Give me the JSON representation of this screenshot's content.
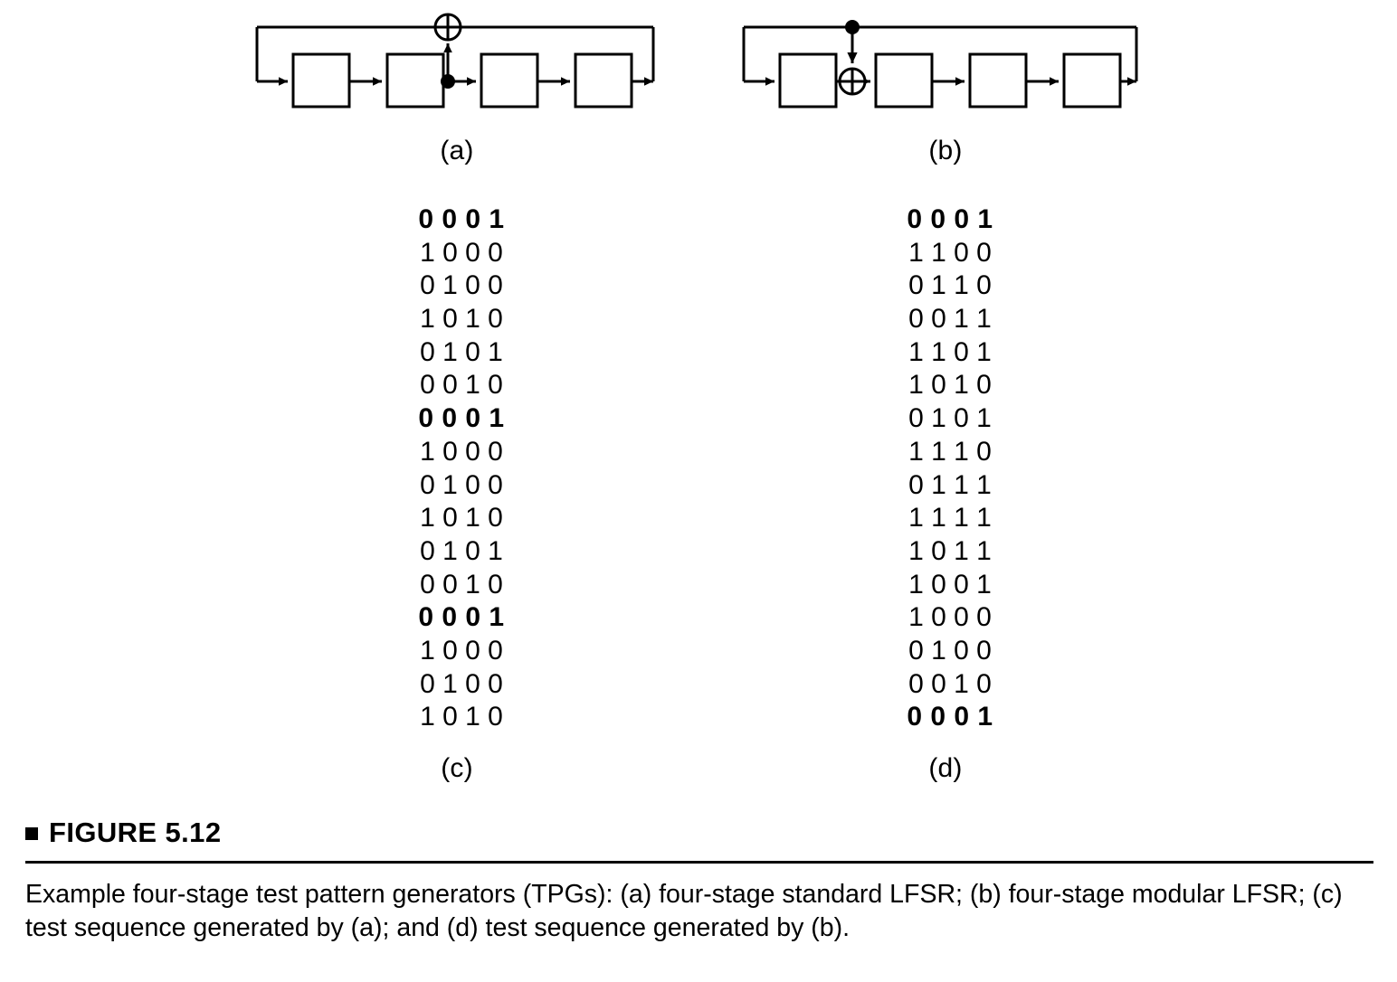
{
  "figure": {
    "title": "FIGURE 5.12",
    "bullet": "square-bullet",
    "caption": "Example four-stage test pattern generators (TPGs): (a) four-stage standard LFSR; (b) four-stage modular LFSR; (c) test sequence generated by (a); and (d) test sequence generated by (b)."
  },
  "sublabels": {
    "a": "(a)",
    "b": "(b)",
    "c": "(c)",
    "d": "(d)"
  },
  "schematics": {
    "a": {
      "name": "four-stage-standard-lfsr",
      "stages": 4,
      "xor_position": "feedback-line-above-tap",
      "tap_after_stage": 2,
      "tap_marker": "filled-dot",
      "xor_marker": "circled-plus"
    },
    "b": {
      "name": "four-stage-modular-lfsr",
      "stages": 4,
      "xor_position": "datapath-between-stage1-and-stage2",
      "tap_on_feedback": true,
      "tap_marker": "filled-dot",
      "xor_marker": "circled-plus"
    }
  },
  "sequences": {
    "c": {
      "label": "test sequence generated by (a)",
      "bold_rows": [
        1,
        7,
        13
      ],
      "rows": [
        "0 0 0 1",
        "1 0 0 0",
        "0 1 0 0",
        "1 0 1 0",
        "0 1 0 1",
        "0 0 1 0",
        "0 0 0 1",
        "1 0 0 0",
        "0 1 0 0",
        "1 0 1 0",
        "0 1 0 1",
        "0 0 1 0",
        "0 0 0 1",
        "1 0 0 0",
        "0 1 0 0",
        "1 0 1 0"
      ]
    },
    "d": {
      "label": "test sequence generated by (b)",
      "bold_rows": [
        1,
        16
      ],
      "rows": [
        "0 0 0 1",
        "1 1 0 0",
        "0 1 1 0",
        "0 0 1 1",
        "1 1 0 1",
        "1 0 1 0",
        "0 1 0 1",
        "1 1 1 0",
        "0 1 1 1",
        "1 1 1 1",
        "1 0 1 1",
        "1 0 0 1",
        "1 0 0 0",
        "0 1 0 0",
        "0 0 1 0",
        "0 0 0 1"
      ]
    }
  },
  "colors": {
    "ink": "#000000",
    "paper": "#ffffff"
  }
}
